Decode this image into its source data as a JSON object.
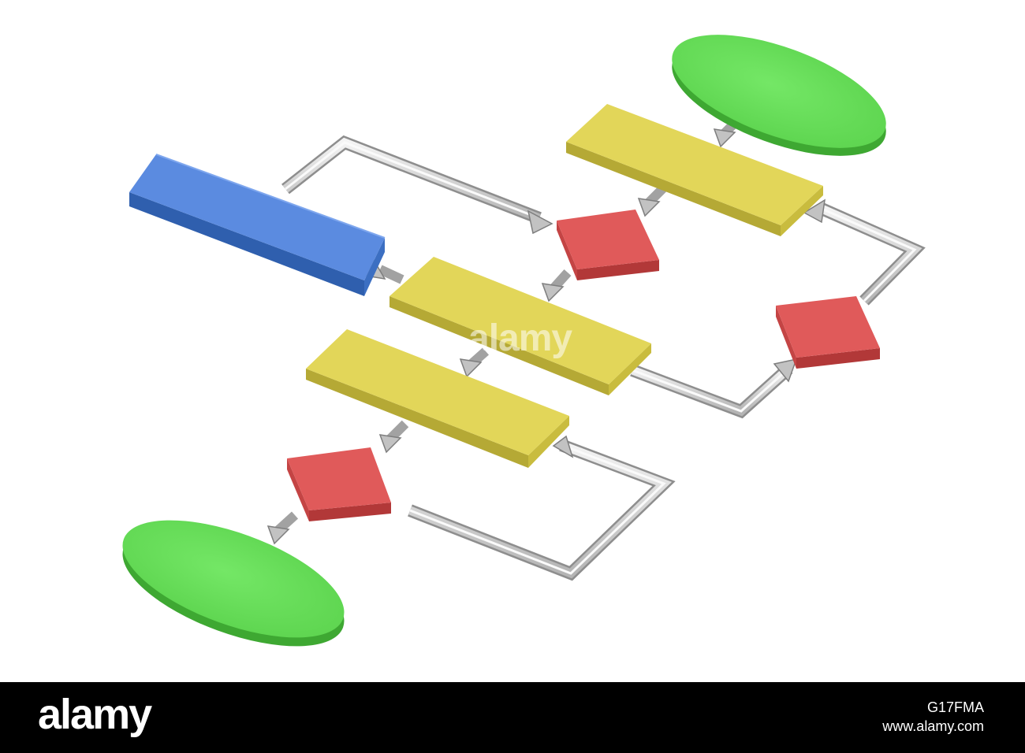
{
  "diagram": {
    "type": "isometric-flowchart",
    "colors": {
      "terminator": "#66dd55",
      "input_output": "#5b8be0",
      "process": "#e2d659",
      "decision": "#e05a5a",
      "connector": "#c8c8c8"
    },
    "nodes": [
      {
        "id": "start",
        "shape": "ellipse",
        "color": "terminator"
      },
      {
        "id": "process-1",
        "shape": "rectangle",
        "color": "process"
      },
      {
        "id": "decision-1",
        "shape": "diamond",
        "color": "decision"
      },
      {
        "id": "io-1",
        "shape": "rectangle",
        "color": "input_output"
      },
      {
        "id": "process-2",
        "shape": "rectangle",
        "color": "process"
      },
      {
        "id": "decision-2",
        "shape": "diamond",
        "color": "decision"
      },
      {
        "id": "process-3",
        "shape": "rectangle",
        "color": "process"
      },
      {
        "id": "decision-3",
        "shape": "diamond",
        "color": "decision"
      },
      {
        "id": "end",
        "shape": "ellipse",
        "color": "terminator"
      }
    ],
    "edges": [
      {
        "from": "start",
        "to": "process-1"
      },
      {
        "from": "process-1",
        "to": "decision-1"
      },
      {
        "from": "decision-1",
        "to": "process-2"
      },
      {
        "from": "process-2",
        "to": "io-1"
      },
      {
        "from": "io-1",
        "to": "decision-1"
      },
      {
        "from": "process-2",
        "to": "decision-2"
      },
      {
        "from": "decision-2",
        "to": "process-1"
      },
      {
        "from": "process-2",
        "to": "process-3"
      },
      {
        "from": "process-3",
        "to": "decision-3"
      },
      {
        "from": "decision-3",
        "to": "end"
      },
      {
        "from": "decision-3",
        "to": "process-3"
      }
    ]
  },
  "watermark": {
    "center_text": "alamy"
  },
  "footer": {
    "logo": "alamy",
    "image_code": "G17FMA",
    "url": "www.alamy.com"
  }
}
